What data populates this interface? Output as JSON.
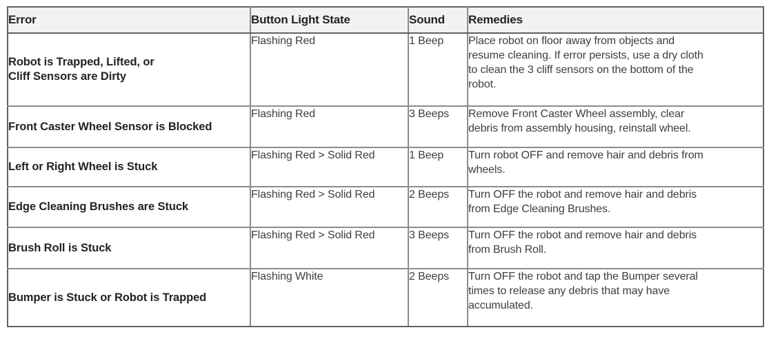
{
  "colors": {
    "page_background": "#ffffff",
    "header_background": "#f2f2f3",
    "outer_border": "#606165",
    "inner_border": "#8a8b8e",
    "header_text": "#232325",
    "error_text": "#242225",
    "body_text": "#3d3d40"
  },
  "table": {
    "headers": [
      "Error",
      "Button Light State",
      "Sound",
      "Remedies"
    ],
    "rows": [
      {
        "error": "Robot is Trapped, Lifted, or\nCliff Sensors are Dirty",
        "light_state": "Flashing Red",
        "sound": "1 Beep",
        "remedies": "Place robot on floor away from objects and\nresume cleaning. If error persists, use a dry cloth\nto clean the 3 cliff sensors on the bottom of the\nrobot."
      },
      {
        "error": "Front Caster Wheel Sensor is Blocked",
        "light_state": "Flashing Red",
        "sound": "3 Beeps",
        "remedies": "Remove Front Caster Wheel assembly, clear\ndebris from assembly housing, reinstall wheel."
      },
      {
        "error": "Left or Right Wheel is Stuck",
        "light_state": "Flashing Red > Solid Red",
        "sound": "1 Beep",
        "remedies": "Turn robot OFF and remove hair and debris from\nwheels."
      },
      {
        "error": "Edge Cleaning Brushes are Stuck",
        "light_state": "Flashing Red > Solid Red",
        "sound": "2 Beeps",
        "remedies": "Turn OFF the robot and remove hair and debris\nfrom Edge Cleaning Brushes."
      },
      {
        "error": "Brush Roll is Stuck",
        "light_state": "Flashing Red > Solid Red",
        "sound": "3 Beeps",
        "remedies": "Turn OFF the robot and remove hair and debris\nfrom Brush Roll."
      },
      {
        "error": "Bumper is Stuck or Robot is Trapped",
        "light_state": "Flashing White",
        "sound": "2 Beeps",
        "remedies": "Turn OFF the robot and tap the Bumper several\ntimes to release any debris that may have\naccumulated."
      }
    ]
  }
}
